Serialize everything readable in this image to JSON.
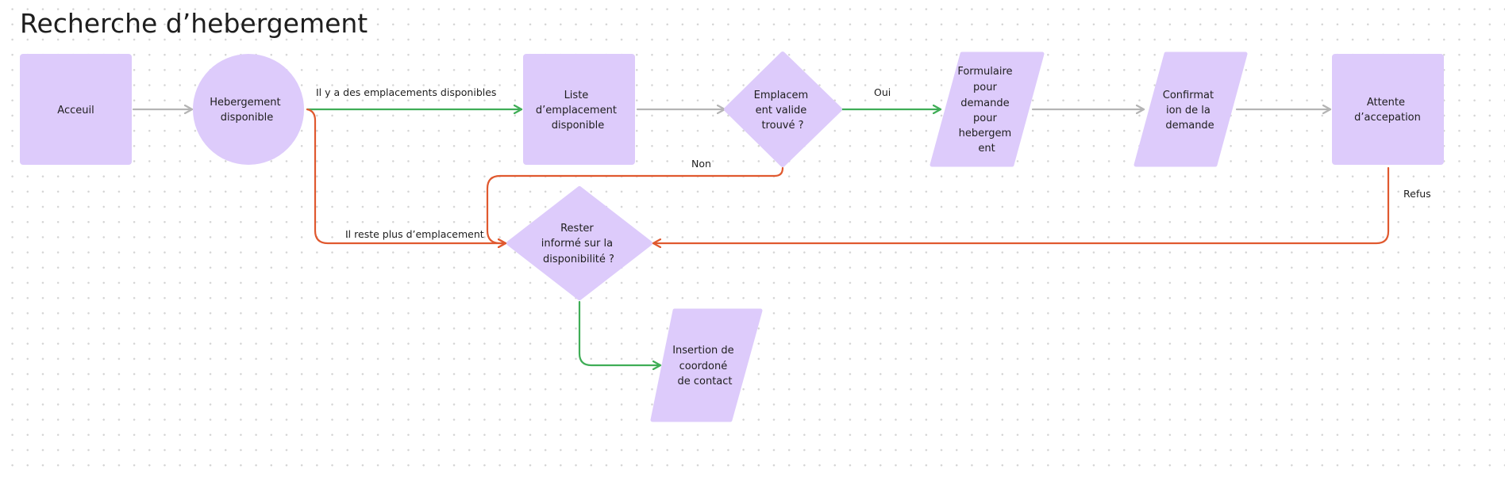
{
  "title": "Recherche d’hebergement",
  "colors": {
    "node_fill": "#ddcbfb",
    "edge_neutral": "#b4b4b4",
    "edge_positive": "#3fad56",
    "edge_negative": "#e0592f"
  },
  "nodes": {
    "acceuil": {
      "shape": "rectangle",
      "lines": [
        "Acceuil"
      ]
    },
    "hebergement_disponible": {
      "shape": "circle",
      "lines": [
        "Hebergement",
        "disponible"
      ]
    },
    "liste_emplacement": {
      "shape": "rectangle",
      "lines": [
        "Liste",
        "d’emplacement",
        "disponible"
      ]
    },
    "emplacement_valide": {
      "shape": "diamond",
      "lines": [
        "Emplacem",
        "ent valide",
        "trouvé ?"
      ]
    },
    "formulaire": {
      "shape": "parallelogram",
      "lines": [
        "Formulaire",
        "pour",
        "demande",
        "pour",
        "hebergem",
        "ent"
      ]
    },
    "confirmation": {
      "shape": "parallelogram",
      "lines": [
        "Confirmat",
        "ion de la",
        "demande"
      ]
    },
    "attente": {
      "shape": "rectangle",
      "lines": [
        "Attente",
        "d’accepation"
      ]
    },
    "rester_informe": {
      "shape": "diamond",
      "lines": [
        "Rester",
        "informé sur la",
        "disponibilité ?"
      ]
    },
    "insertion": {
      "shape": "parallelogram",
      "lines": [
        "Insertion de",
        "coordoné",
        "de contact"
      ]
    }
  },
  "edge_labels": {
    "emplacements_disponibles": "Il y a des emplacements disponibles",
    "oui": "Oui",
    "non": "Non",
    "reste_plus": "Il reste plus d’emplacement",
    "refus": "Refus"
  }
}
